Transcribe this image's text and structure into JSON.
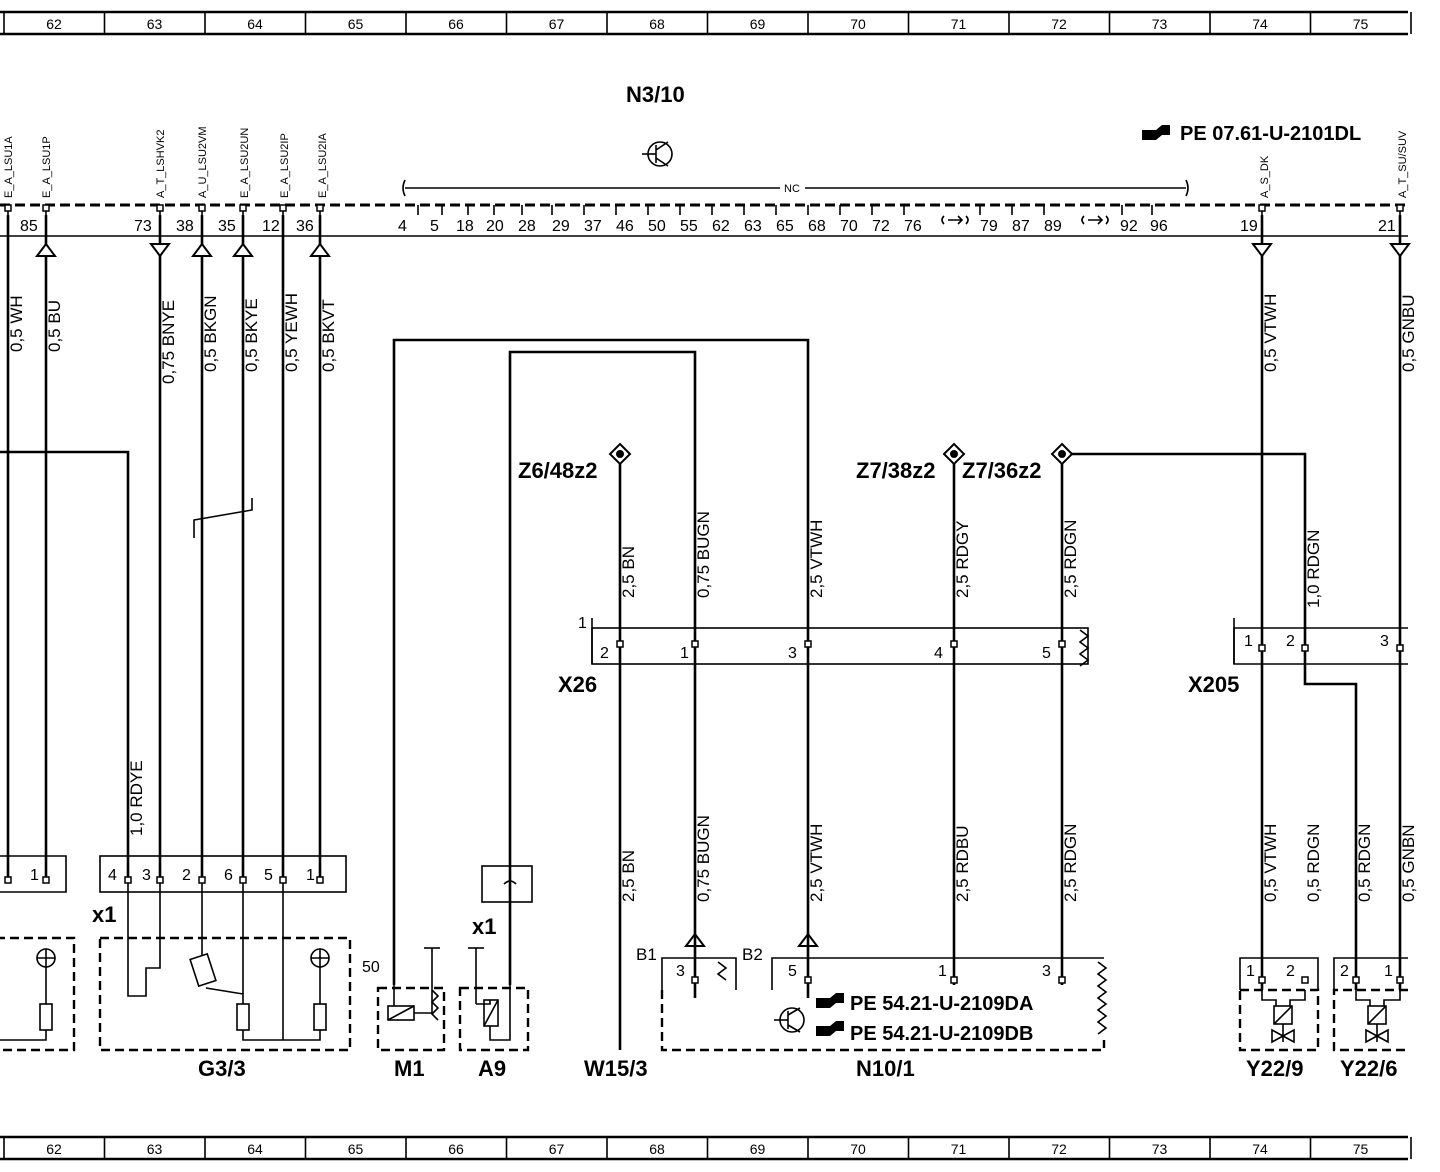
{
  "grid": {
    "columns": [
      "62",
      "63",
      "64",
      "65",
      "66",
      "67",
      "68",
      "69",
      "70",
      "71",
      "72",
      "73",
      "74",
      "75"
    ]
  },
  "module": {
    "label": "N3/10",
    "reference": "PE  07.61-U-2101DL",
    "nc_label": "NC",
    "pins": [
      "85",
      "73",
      "38",
      "35",
      "12",
      "36",
      "4",
      "5",
      "18",
      "20",
      "28",
      "29",
      "37",
      "46",
      "50",
      "55",
      "62",
      "63",
      "65",
      "68",
      "70",
      "72",
      "76",
      "79",
      "87",
      "89",
      "92",
      "96",
      "19",
      "21"
    ],
    "signals": [
      "E_A_LSU1A",
      "E_A_LSU1P",
      "A_T_LSHVK2",
      "A_U_LSU2VM",
      "E_A_LSU2UN",
      "E_A_LSU2IP",
      "E_A_LSU2IA",
      "A_S_DK",
      "A_T_SU/SUV"
    ]
  },
  "wires": [
    "0,5  WH",
    "0,5  BU",
    "0,75  BNYE",
    "0,5  BKGN",
    "0,5  BKYE",
    "0,5  YEWH",
    "0,5  BKVT",
    "0,5  VTWH",
    "0,5  GNBU",
    "1,0  RDYE",
    "2,5  BN",
    "0,75  BUGN",
    "2,5  VTWH",
    "2,5  RDGY",
    "2,5  RDGN",
    "1,0  RDGN",
    "2,5  BN",
    "0,75  BUGN",
    "2,5  VTWH",
    "2,5  RDBU",
    "2,5  RDGN",
    "0,5  VTWH",
    "0,5  RDGN",
    "0,5  RDGN",
    "0,5  GNBN"
  ],
  "junctions": [
    "Z6/48z2",
    "Z7/38z2",
    "Z7/36z2"
  ],
  "connectors": {
    "x26": "X26",
    "x205": "X205",
    "x1a": "x1",
    "x1b": "x1",
    "x26_pins": [
      "2",
      "1",
      "3",
      "4",
      "5",
      "1"
    ],
    "x205_pins": [
      "1",
      "2",
      "3"
    ],
    "left_pins": [
      "1",
      "4",
      "3",
      "2",
      "6",
      "5",
      "1"
    ]
  },
  "components": {
    "g33": "G3/3",
    "m1": "M1",
    "a9": "A9",
    "w153": "W15/3",
    "n101": "N10/1",
    "y229": "Y22/9",
    "y226": "Y22/6",
    "b1": "B1",
    "b2": "B2",
    "n50": "50",
    "n101_pins": [
      "3",
      "5",
      "1",
      "3"
    ],
    "y229_pins": [
      "1",
      "2"
    ],
    "y226_pins": [
      "2",
      "1"
    ],
    "n101_ref1": "PE  54.21-U-2109DA",
    "n101_ref2": "PE  54.21-U-2109DB"
  }
}
